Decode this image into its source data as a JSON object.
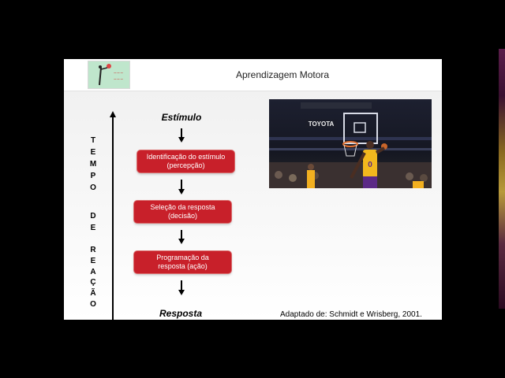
{
  "slide": {
    "title": "Aprendizagem Motora",
    "credit": "Adaptado de: Schmidt e Wrisberg, 2001."
  },
  "axis": {
    "letters": [
      "T",
      "E",
      "M",
      "P",
      "O",
      "D",
      "E",
      "R",
      "E",
      "A",
      "Ç",
      "Ã",
      "O"
    ]
  },
  "flow": {
    "start_label": "Estímulo",
    "end_label": "Resposta",
    "steps": [
      "Identificação do estímulo\n(percepção)",
      "Seleção da resposta\n(decisão)",
      "Programação da\nresposta (ação)"
    ]
  },
  "photo": {
    "arena_sign": "TOYOTA",
    "jersey_number": "0"
  },
  "colors": {
    "box_fill": "#c8202a",
    "background": "#000000",
    "slide_bg": "#ffffff"
  },
  "icons": [
    "logo-image",
    "up-arrow-icon",
    "down-arrow-icon"
  ]
}
